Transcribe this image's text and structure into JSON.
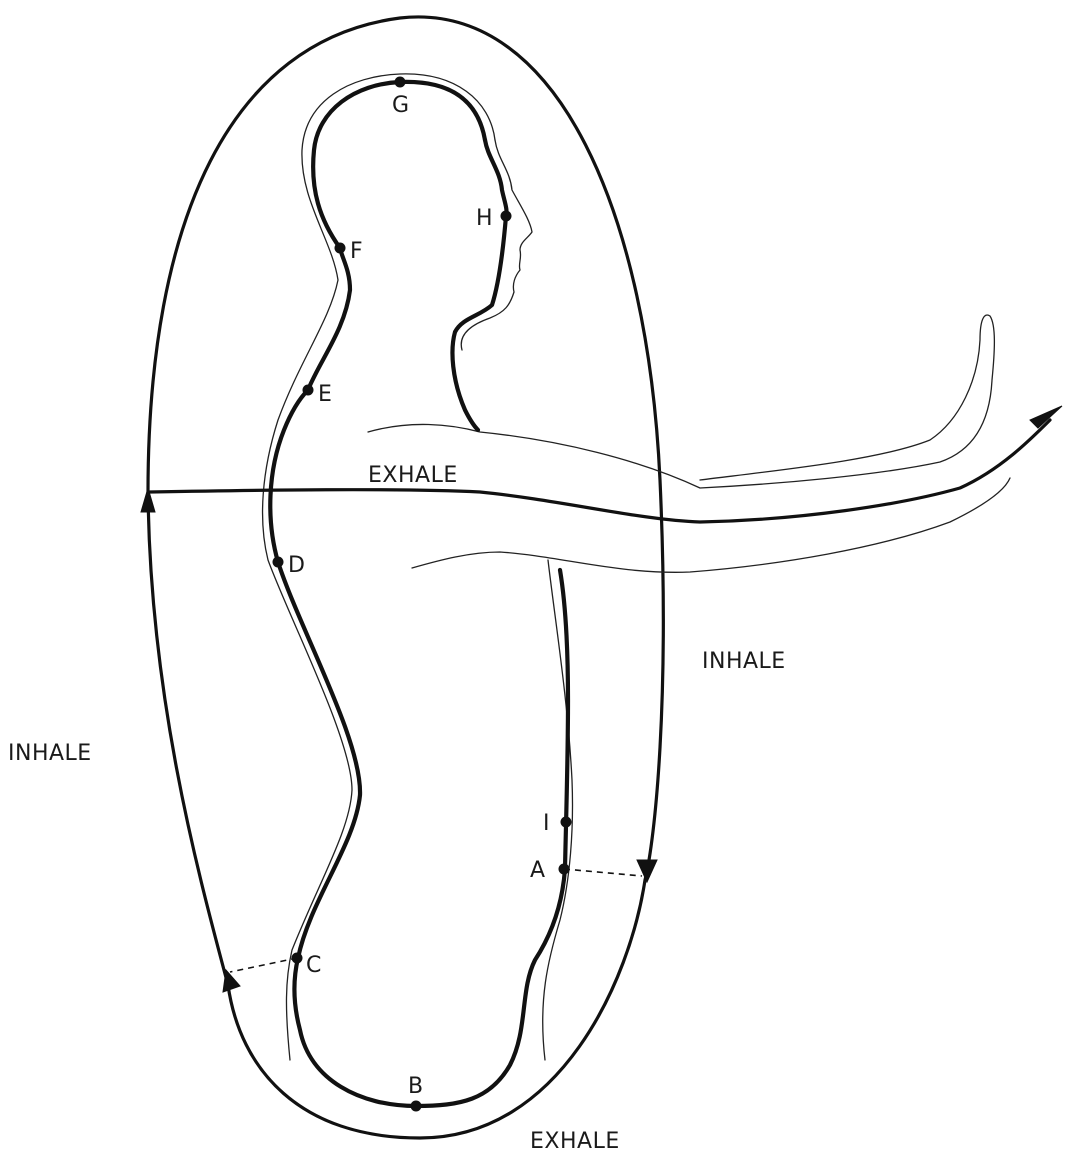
{
  "labels": {
    "exhale_top": "EXHALE",
    "exhale_bottom": "EXHALE",
    "inhale_left": "INHALE",
    "inhale_right": "INHALE"
  },
  "points": {
    "a": "A",
    "b": "B",
    "c": "C",
    "d": "D",
    "e": "E",
    "f": "F",
    "g": "G",
    "h": "H",
    "i": "I"
  }
}
